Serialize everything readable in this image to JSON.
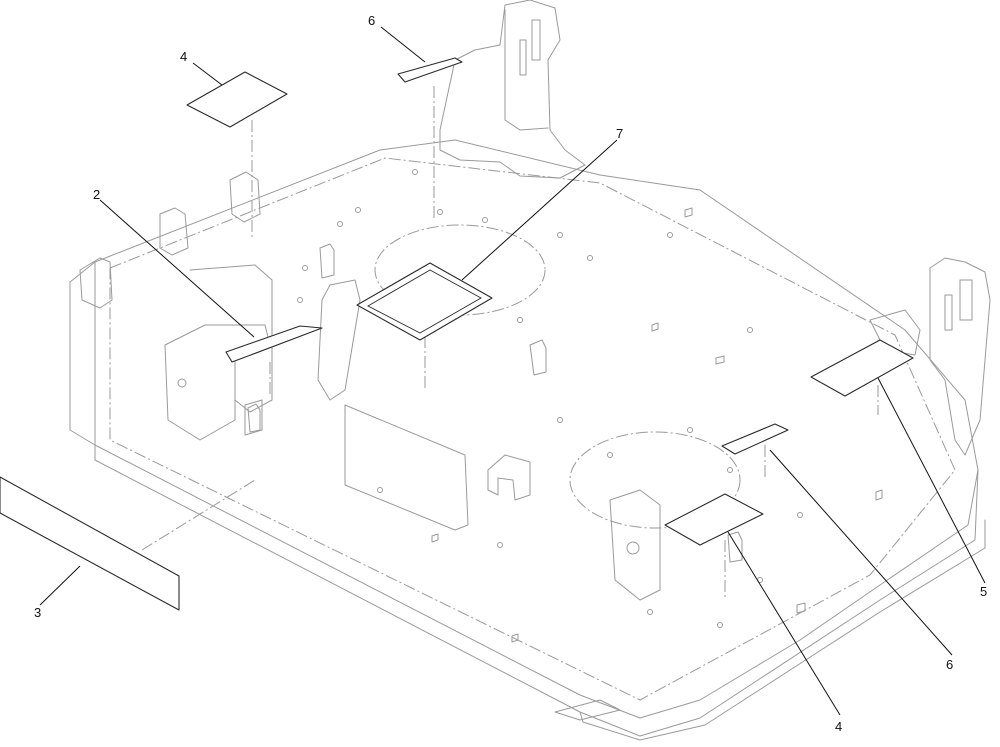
{
  "callouts": {
    "c2": "2",
    "c3": "3",
    "c4_top": "4",
    "c4_bottom": "4",
    "c5": "5",
    "c6_top": "6",
    "c6_bottom": "6",
    "c7": "7"
  }
}
